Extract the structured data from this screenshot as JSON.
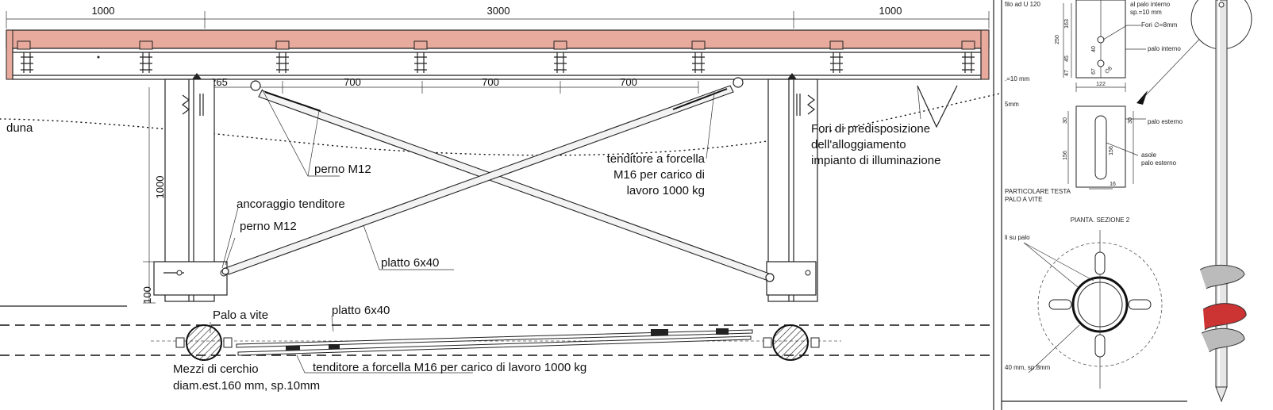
{
  "dimensions": {
    "top": [
      "1000",
      "3000",
      "1000"
    ],
    "spacings": [
      "265",
      "700",
      "700",
      "700"
    ],
    "post_height": "1000",
    "base_height": "100"
  },
  "labels": {
    "dune": "duna",
    "pin_1": "perno M12",
    "pin_2": "perno M12",
    "anchor": "ancoraggio tenditore",
    "flat_bar_1": "platto 6x40",
    "flat_bar_2": "platto 6x40",
    "turnbuckle": [
      "tenditore a forcella",
      "M16 per carico di",
      "lavoro 1000 kg"
    ],
    "holes": [
      "Fori di predisposizione",
      "dell'alloggiamento",
      "impianto di illuminazione"
    ],
    "screw_pile": "Palo a vite",
    "half_ring": [
      "Mezzi di cerchio",
      "diam.est.160 mm, sp.10mm"
    ],
    "turnbuckle_plan": "tenditore a forcella M16 per carico di lavoro 1000 kg"
  },
  "detail": {
    "left_cut_1": "filo ad U 120",
    "left_cut_2": ".=10 mm",
    "left_cut_3": "5mm",
    "inner_post": [
      "al palo interno",
      "sp.=10 mm"
    ],
    "holes_d8": "Fori ∅=8mm",
    "inner_post_label": "palo interno",
    "dims_1": [
      "250",
      "163",
      "40",
      "47",
      "45",
      "67",
      "∅8",
      "122"
    ],
    "outer_post": "palo esterno",
    "slots": [
      "asole",
      "palo esterno"
    ],
    "dims_2": [
      "30",
      "30",
      "156",
      "156",
      "16"
    ],
    "head_title": [
      "PARTICOLARE TESTA",
      "PALO A VITE"
    ],
    "plan_title": "PIANTA. SEZIONE 2",
    "on_post": "li su palo",
    "ring_spec": "40 mm, sp.8mm"
  }
}
